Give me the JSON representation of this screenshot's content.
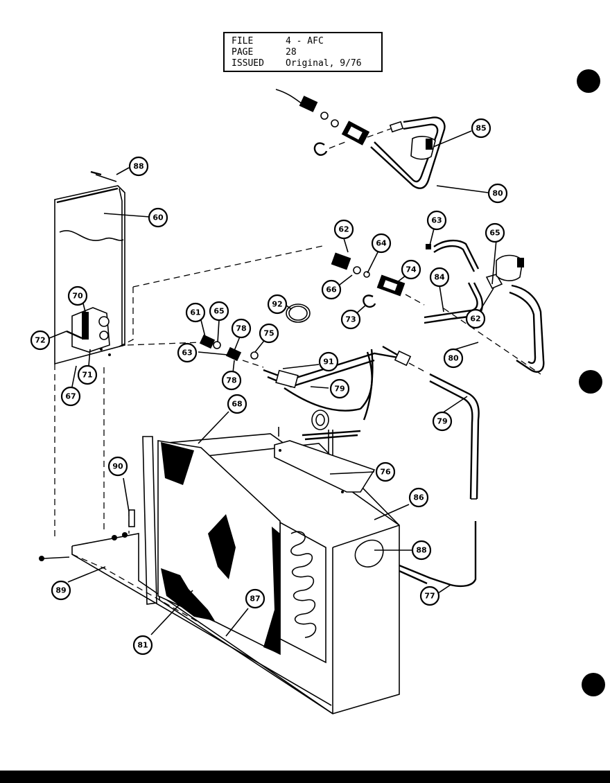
{
  "header": {
    "rows": [
      {
        "key": "FILE",
        "value": "4 - AFC"
      },
      {
        "key": "PAGE",
        "value": "28"
      },
      {
        "key": "ISSUED",
        "value": "Original, 9/76"
      }
    ]
  },
  "callouts": [
    "85",
    "80",
    "88",
    "60",
    "63",
    "65",
    "62",
    "64",
    "66",
    "74",
    "84",
    "62",
    "73",
    "92",
    "70",
    "72",
    "71",
    "67",
    "61",
    "65",
    "78",
    "75",
    "63",
    "78",
    "91",
    "79",
    "80",
    "68",
    "79",
    "76",
    "90",
    "86",
    "89",
    "77",
    "87",
    "81",
    "88"
  ]
}
